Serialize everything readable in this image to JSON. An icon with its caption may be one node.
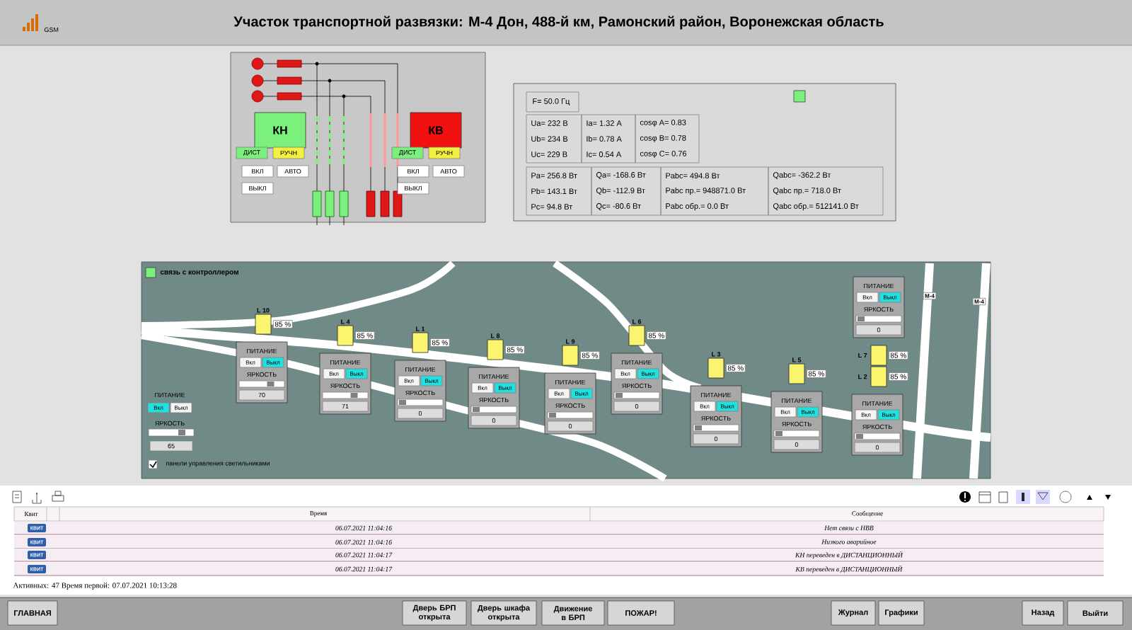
{
  "diagram": {
    "title": "Участок транспортной развязки: М-4 Дон, 488-й км, Рамонский район, Воронежская область",
    "nodes": [
      {
        "text": [
          "КН"
        ]
      },
      {
        "text": [
          "КВ"
        ]
      },
      {
        "text": [
          "L 10"
        ],
        "beside": [
          "85 %"
        ]
      },
      {
        "text": [
          "L 4"
        ],
        "beside": [
          "85 %"
        ]
      },
      {
        "text": [
          "L 1"
        ],
        "beside": [
          "85 %"
        ]
      },
      {
        "text": [
          "L 8"
        ],
        "beside": [
          "85 %"
        ]
      },
      {
        "text": [
          "L 9"
        ],
        "beside": [
          "85 %"
        ]
      },
      {
        "text": [
          "L 6"
        ],
        "beside": [
          "85 %"
        ]
      },
      {
        "text": [
          "L 3"
        ],
        "beside": [
          "85 %"
        ]
      },
      {
        "text": [
          "L 5"
        ],
        "beside": [
          "85 %"
        ]
      },
      {
        "text": [
          "L 7"
        ],
        "beside": [
          "85 %"
        ]
      },
      {
        "text": [
          "L 2"
        ],
        "beside": [
          "85 %"
        ]
      },
      {
        "text": [
          "ПИТАНИЕ",
          "Вкл",
          "Выкл",
          "ЯРКОСТЬ",
          "70"
        ]
      },
      {
        "text": [
          "ПИТАНИЕ",
          "Вкл",
          "Выкл",
          "ЯРКОСТЬ",
          "71"
        ]
      },
      {
        "text": [
          "ПИТАНИЕ",
          "Вкл",
          "Выкл",
          "ЯРКОСТЬ",
          "0"
        ]
      },
      {
        "text": [
          "ПИТАНИЕ",
          "Вкл",
          "Выкл",
          "ЯРКОСТЬ",
          "0"
        ]
      },
      {
        "text": [
          "ПИТАНИЕ",
          "Вкл",
          "Выкл",
          "ЯРКОСТЬ",
          "0"
        ]
      },
      {
        "text": [
          "ПИТАНИЕ",
          "Вкл",
          "Выкл",
          "ЯРКОСТЬ",
          "0"
        ]
      },
      {
        "text": [
          "ПИТАНИЕ",
          "Вкл",
          "Выкл",
          "ЯРКОСТЬ",
          "0"
        ]
      },
      {
        "text": [
          "ПИТАНИЕ",
          "Вкл",
          "Выкл",
          "ЯРКОСТЬ",
          "0"
        ]
      },
      {
        "text": [
          "ПИТАНИЕ",
          "Вкл",
          "Выкл",
          "ЯРКОСТЬ",
          "0"
        ]
      },
      {
        "text": [
          "ПИТАНИЕ",
          "Вкл",
          "Выкл",
          "ЯРКОСТЬ",
          "0"
        ]
      }
    ],
    "labels": [
      "GSM",
      "ДИСТ",
      "РУЧН",
      "ВКЛ",
      "АВТО",
      "ВЫКЛ",
      "ДИСТ",
      "РУЧН",
      "ВКЛ",
      "АВТО",
      "ВЫКЛ",
      "F= 50.0 Гц",
      "Ua= 232 В",
      "Ub= 234 В",
      "Uc= 229 В",
      "Ia= 1.32 А",
      "Ib= 0.78 А",
      "Ic= 0.54 А",
      "cosφ A= 0.83",
      "cosφ B= 0.78",
      "cosφ C= 0.76",
      "Pa= 256.8 Вт",
      "Pb= 143.1 Вт",
      "Pc= 94.8 Вт",
      "Qa= -168.6 Вт",
      "Qb= -112.9 Вт",
      "Qc= -80.6 Вт",
      "Pabc= 494.8 Вт",
      "Pabc пр.= 948871.0 Вт",
      "Pabc обр.= 0.0 Вт",
      "Qabc= -362.2 Вт",
      "Qabc пр.= 718.0 Вт",
      "Qabc обр.= 512141.0 Вт",
      "связь с контроллером",
      "ПИТАНИЕ",
      "Вкл",
      "Выкл",
      "ЯРКОСТЬ",
      "65",
      "панели управления светильниками",
      "М-4",
      "М-4",
      "Квит",
      "Время",
      "Сообщение",
      "КВИТ",
      "06.07.2021 11:04:16",
      "Нет связи с НВВ",
      "КВИТ",
      "06.07.2021 11:04:16",
      "Низкого аварийное",
      "КВИТ",
      "06.07.2021 11:04:17",
      "КН переведен в ДИСТАНЦИОННЫЙ",
      "КВИТ",
      "06.07.2021 11:04:17",
      "КВ переведен в ДИСТАНЦИОННЫЙ",
      "Активных: 47 Время первой: 07.07.2021 10:13:28",
      "ГЛАВНАЯ",
      "Дверь БРП открыта",
      "Дверь шкафа открыта",
      "Движение в БРП",
      "ПОЖАР!",
      "Журнал",
      "Графики",
      "Назад",
      "Выйти"
    ]
  }
}
